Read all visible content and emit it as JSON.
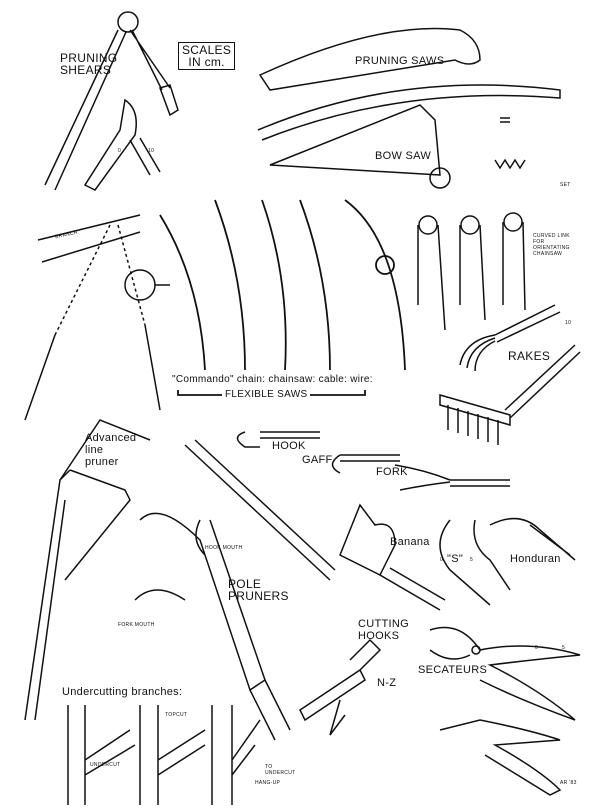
{
  "labels": {
    "pruning_shears": [
      "PRUNING",
      "SHEARS"
    ],
    "scales": [
      "SCALES",
      "IN cm."
    ],
    "pruning_saws": "PRUNING SAWS",
    "bow_saw": "BOW SAW",
    "set": "SET",
    "branch": "BRANCH",
    "curved_link": [
      "CURVED LINK",
      "FOR",
      "ORIENTATING",
      "CHAINSAW"
    ],
    "rakes": "RAKES",
    "flexible_caption": "\"Commando\" chain: chainsaw: cable: wire:",
    "flexible_saws": "FLEXIBLE  SAWS",
    "advanced_line_pruner": [
      "Advanced",
      "line",
      "pruner"
    ],
    "hook": "HOOK",
    "gaff": "GAFF",
    "fork": "FORK",
    "banana": "Banana",
    "s": "\"S\"",
    "honduran": "Honduran",
    "hook_mouth": "HOOK MOUTH",
    "fork_mouth": "FORK MOUTH",
    "pole_pruners": [
      "POLE",
      "PRUNERS"
    ],
    "cutting_hooks": [
      "CUTTING",
      "HOOKS"
    ],
    "nz": "N-Z",
    "secateurs": "SECATEURS",
    "undercutting": "Undercutting  branches:",
    "undercut": "UNDERCUT",
    "topcut": "TOPCUT",
    "to_undercut": [
      "TO",
      "UNDERCUT"
    ],
    "hang_up": "HANG-UP",
    "signature": "AR '83"
  },
  "scales": {
    "zero": "0",
    "ten": "10",
    "five": "5"
  }
}
